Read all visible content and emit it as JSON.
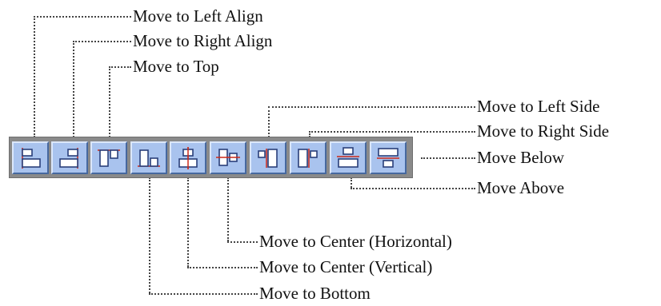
{
  "callouts": {
    "left_align": "Move to Left Align",
    "right_align": "Move to Right Align",
    "top": "Move to Top",
    "left_side": "Move to Left Side",
    "right_side": "Move to Right Side",
    "below": "Move Below",
    "above": "Move Above",
    "center_horizontal": "Move to Center (Horizontal)",
    "center_vertical": "Move to Center (Vertical)",
    "bottom": "Move to Bottom"
  },
  "toolbar": {
    "buttons": [
      {
        "action": "Move to Left Align",
        "icon": "align-left-icon"
      },
      {
        "action": "Move to Right Align",
        "icon": "align-right-icon"
      },
      {
        "action": "Move to Top",
        "icon": "align-top-icon"
      },
      {
        "action": "Move to Bottom",
        "icon": "align-bottom-icon"
      },
      {
        "action": "Move to Center (Vertical)",
        "icon": "center-vertical-icon"
      },
      {
        "action": "Move to Center (Horizontal)",
        "icon": "center-horizontal-icon"
      },
      {
        "action": "Move to Left Side",
        "icon": "move-left-side-icon"
      },
      {
        "action": "Move to Right Side",
        "icon": "move-right-side-icon"
      },
      {
        "action": "Move Below",
        "icon": "move-below-icon"
      },
      {
        "action": "Move Above",
        "icon": "move-above-icon"
      }
    ]
  },
  "colors": {
    "button_face": "#a9c3ee",
    "icon_outline": "#2a3f7a",
    "reference_line": "#cc2a1a",
    "toolbar_bg": "#8a8a8a"
  }
}
